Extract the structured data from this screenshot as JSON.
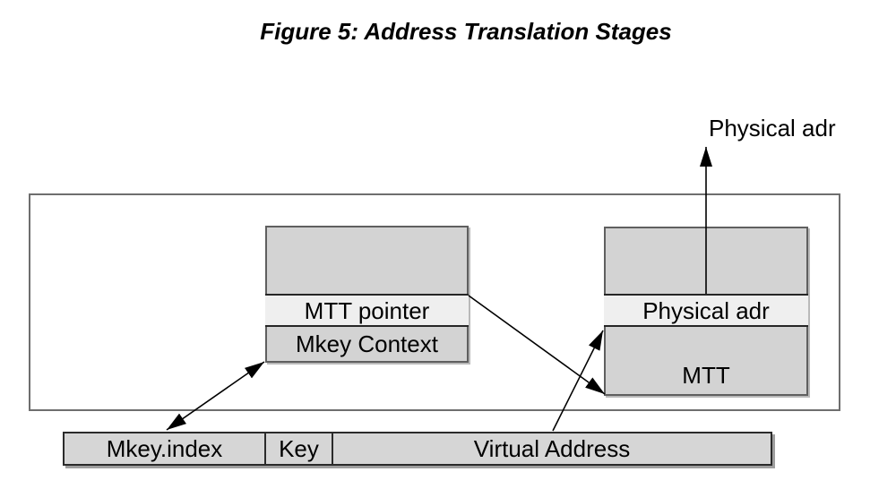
{
  "title": "Figure 5: Address Translation Stages",
  "physical_adr_output": "Physical adr",
  "mkey_context_box": {
    "pointer_row": "MTT pointer",
    "context_row": "Mkey Context"
  },
  "mtt_box": {
    "physical_adr_row": "Physical adr",
    "mtt_row": "MTT"
  },
  "address_bar": {
    "mkey_index": "Mkey.index",
    "key": "Key",
    "virtual_address": "Virtual Address"
  },
  "colors": {
    "box_fill": "#d3d3d3",
    "highlight_fill": "#efefef",
    "bar_fill": "#d6d6d6",
    "box_border": "#5f5f5f",
    "dark_border": "#262626",
    "frame_border": "#6e6e6e",
    "arrow": "#000000"
  }
}
